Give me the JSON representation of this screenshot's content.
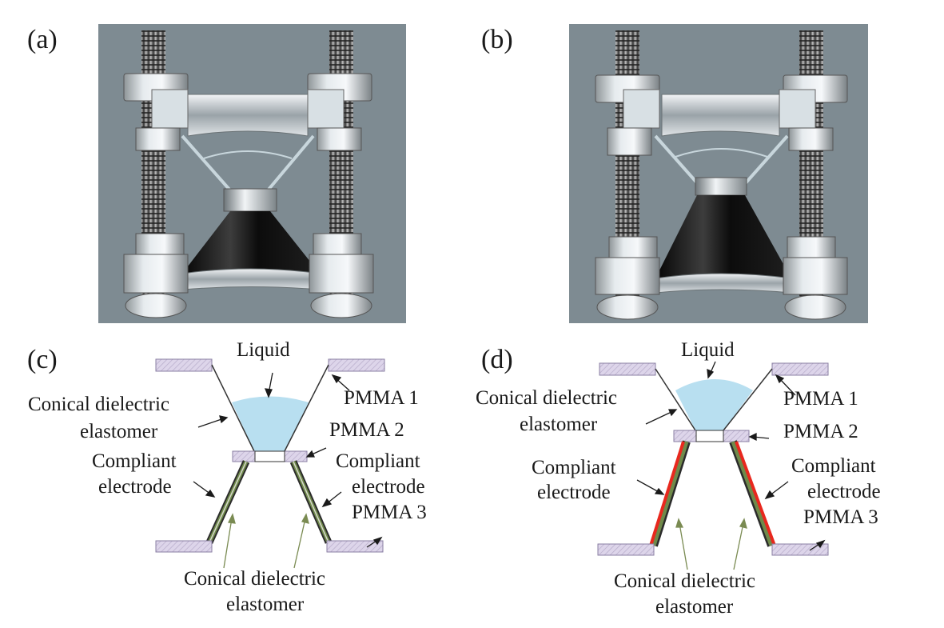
{
  "panels": {
    "a": {
      "letter": "(a)"
    },
    "b": {
      "letter": "(b)"
    },
    "c": {
      "letter": "(c)",
      "labels": {
        "liquid": "Liquid",
        "pmma1": "PMMA 1",
        "pmma2": "PMMA 2",
        "cone_upper_1": "Conical dielectric",
        "cone_upper_2": "elastomer",
        "electrode_left_1": "Compliant",
        "electrode_left_2": "electrode",
        "electrode_right_1": "Compliant",
        "electrode_right_2": "electrode",
        "pmma3": "PMMA 3",
        "cone_lower_1": "Conical dielectric",
        "cone_lower_2": "elastomer"
      }
    },
    "d": {
      "letter": "(d)",
      "labels": {
        "liquid": "Liquid",
        "pmma1": "PMMA 1",
        "pmma2": "PMMA 2",
        "cone_upper_1": "Conical dielectric",
        "cone_upper_2": "elastomer",
        "electrode_left_1": "Compliant",
        "electrode_left_2": "electrode",
        "electrode_right_1": "Compliant",
        "electrode_right_2": "electrode",
        "pmma3": "PMMA 3",
        "cone_lower_1": "Conical dielectric",
        "cone_lower_2": "elastomer"
      }
    }
  },
  "colors": {
    "render_background": "#7e8b92",
    "liquid": "#b8dff0",
    "pmma_plate": "#ddd5ea",
    "electrode_active": "#e8281e",
    "elastomer_green": "#6f8a4a"
  }
}
